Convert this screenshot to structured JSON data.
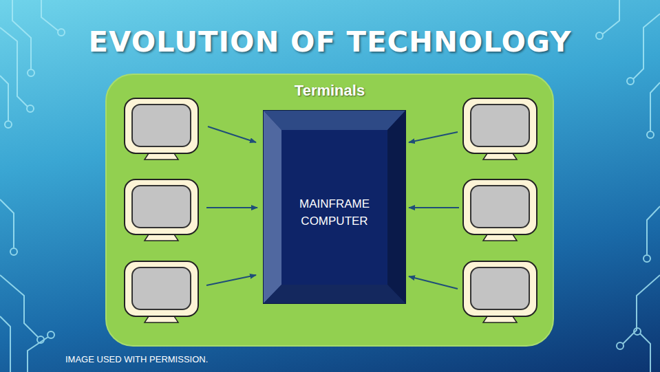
{
  "diagram": {
    "title": "EVOLUTION OF TECHNOLOGY",
    "caption": "IMAGE USED WITH PERMISSION.",
    "nodes": [
      {
        "text": [
          "Terminals"
        ]
      },
      {
        "text": [
          "MAINFRAME COMPUTER"
        ],
        "in": 0
      }
    ]
  }
}
